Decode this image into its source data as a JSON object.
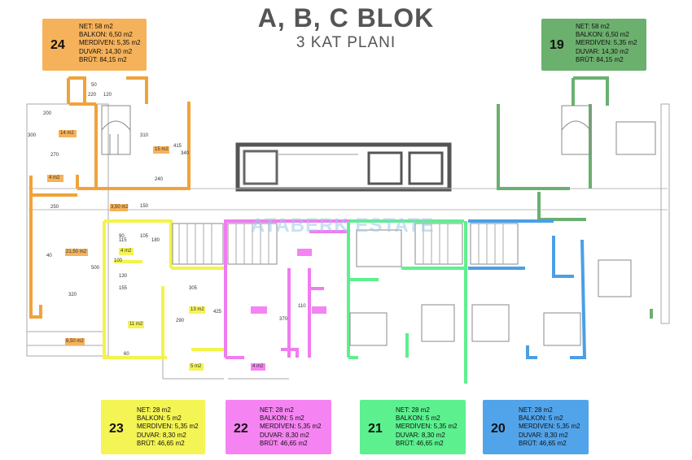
{
  "title": "A, B, C BLOK",
  "subtitle": "3 KAT PLANI",
  "watermark": "ATABERK ESTATE",
  "colors": {
    "orange": "#f0a33a",
    "green": "#6ab070",
    "yellow": "#f3f34a",
    "pink": "#f07cf0",
    "mint": "#5ef08e",
    "blue": "#4b9fe6"
  },
  "units": [
    {
      "no": "24",
      "color": "#f6b25a",
      "lines": [
        "NET: 58 m2",
        "BALKON: 6,50 m2",
        "MERDİVEN: 5,35 m2",
        "DUVAR: 14,30 m2",
        "BRÜT: 84,15 m2"
      ]
    },
    {
      "no": "19",
      "color": "#6cb06e",
      "lines": [
        "NET: 58 m2",
        "BALKON: 6,50 m2",
        "MERDİVEN: 5,35 m2",
        "DUVAR: 14,30 m2",
        "BRÜT: 84,15 m2"
      ]
    },
    {
      "no": "23",
      "color": "#f4f454",
      "lines": [
        "NET: 28 m2",
        "BALKON: 5 m2",
        "MERDİVEN: 5,35 m2",
        "DUVAR: 8,30 m2",
        "BRÜT: 46,65 m2"
      ]
    },
    {
      "no": "22",
      "color": "#f584f2",
      "lines": [
        "NET: 28 m2",
        "BALKON: 5 m2",
        "MERDİVEN: 5,35 m2",
        "DUVAR: 8,30 m2",
        "BRÜT: 46,65 m2"
      ]
    },
    {
      "no": "21",
      "color": "#5cf08f",
      "lines": [
        "NET: 28 m2",
        "BALKON: 5 m2",
        "MERDİVEN: 5,35 m2",
        "DUVAR: 8,30 m2",
        "BRÜT: 46,65 m2"
      ]
    },
    {
      "no": "20",
      "color": "#52a4ea",
      "lines": [
        "NET: 28 m2",
        "BALKON: 5 m2",
        "MERDİVEN: 5,35 m2",
        "DUVAR: 8,30 m2",
        "BRÜT: 46,65 m2"
      ]
    }
  ],
  "plan_labels": {
    "d50": "50",
    "d220": "220",
    "d120": "120",
    "d200": "200",
    "d310": "310",
    "d300": "300",
    "d415": "415",
    "d340": "340",
    "d270": "270",
    "d240": "240",
    "d250": "250",
    "d150": "150",
    "d500": "500",
    "d320": "320",
    "d305": "305",
    "d425": "425",
    "d290": "290",
    "d180": "180",
    "d115": "115",
    "d155": "155",
    "d130": "130",
    "d105": "105",
    "d370": "370",
    "d110": "110",
    "d60": "60",
    "d100": "100",
    "d40": "40",
    "d90": "90",
    "a14": "14 m2",
    "a15": "15 m2",
    "a4": "4 m2",
    "a21": "21,50 m2",
    "a13": "13 m2",
    "a11": "11 m2",
    "a6": "6,50 m2",
    "a5": "5 m2",
    "a3": "3,50 m2",
    "a4b": "4 m2",
    "a4c": "4 m2"
  }
}
